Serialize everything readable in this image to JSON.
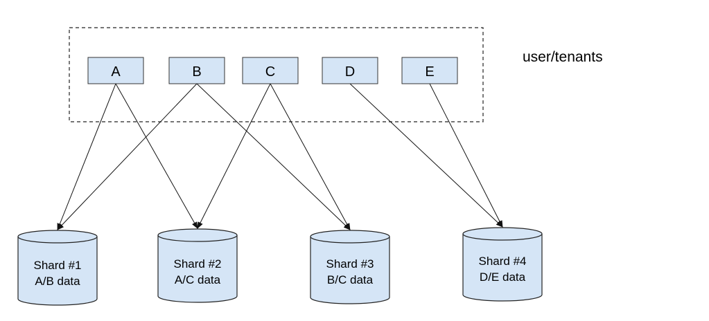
{
  "group_label": "user/tenants",
  "tenants": [
    {
      "id": "A",
      "label": "A"
    },
    {
      "id": "B",
      "label": "B"
    },
    {
      "id": "C",
      "label": "C"
    },
    {
      "id": "D",
      "label": "D"
    },
    {
      "id": "E",
      "label": "E"
    }
  ],
  "shards": [
    {
      "title": "Shard #1",
      "subtitle": "A/B data"
    },
    {
      "title": "Shard #2",
      "subtitle": "A/C data"
    },
    {
      "title": "Shard #3",
      "subtitle": "B/C data"
    },
    {
      "title": "Shard #4",
      "subtitle": "D/E data"
    }
  ],
  "connections": [
    {
      "from": "A",
      "to": 0
    },
    {
      "from": "A",
      "to": 1
    },
    {
      "from": "B",
      "to": 0
    },
    {
      "from": "B",
      "to": 2
    },
    {
      "from": "C",
      "to": 1
    },
    {
      "from": "C",
      "to": 2
    },
    {
      "from": "D",
      "to": 3
    },
    {
      "from": "E",
      "to": 3
    }
  ],
  "colors": {
    "box_fill": "#d5e5f6",
    "stroke": "#222222"
  }
}
